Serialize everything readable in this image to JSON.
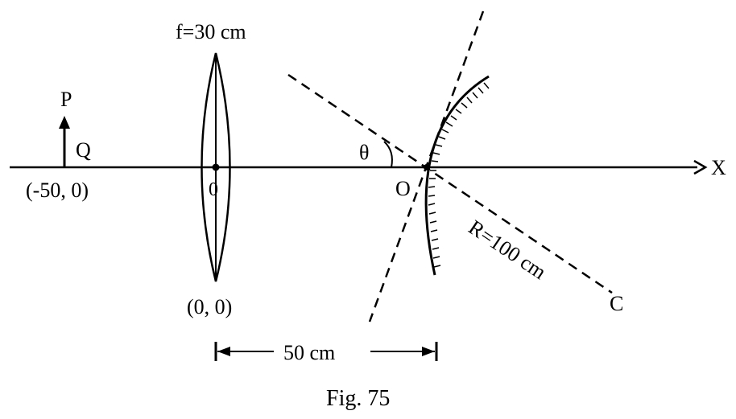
{
  "figure": {
    "caption": "Fig. 75",
    "lens_label": "f=30 cm",
    "lens_center_label": "0",
    "lens_coords": "(0, 0)",
    "object_top_label": "P",
    "object_bottom_label": "Q",
    "object_coords": "(-50, 0)",
    "mirror_pole_label": "O",
    "axis_label": "X",
    "angle_label": "θ",
    "radius_label": "R=100 cm",
    "center_label": "C",
    "distance_label": "50 cm"
  },
  "colors": {
    "ink": "#000000",
    "background": "#ffffff"
  },
  "icons": {
    "arrow_head": "triangle-arrow",
    "mirror_hatch": "hatch-lines"
  }
}
